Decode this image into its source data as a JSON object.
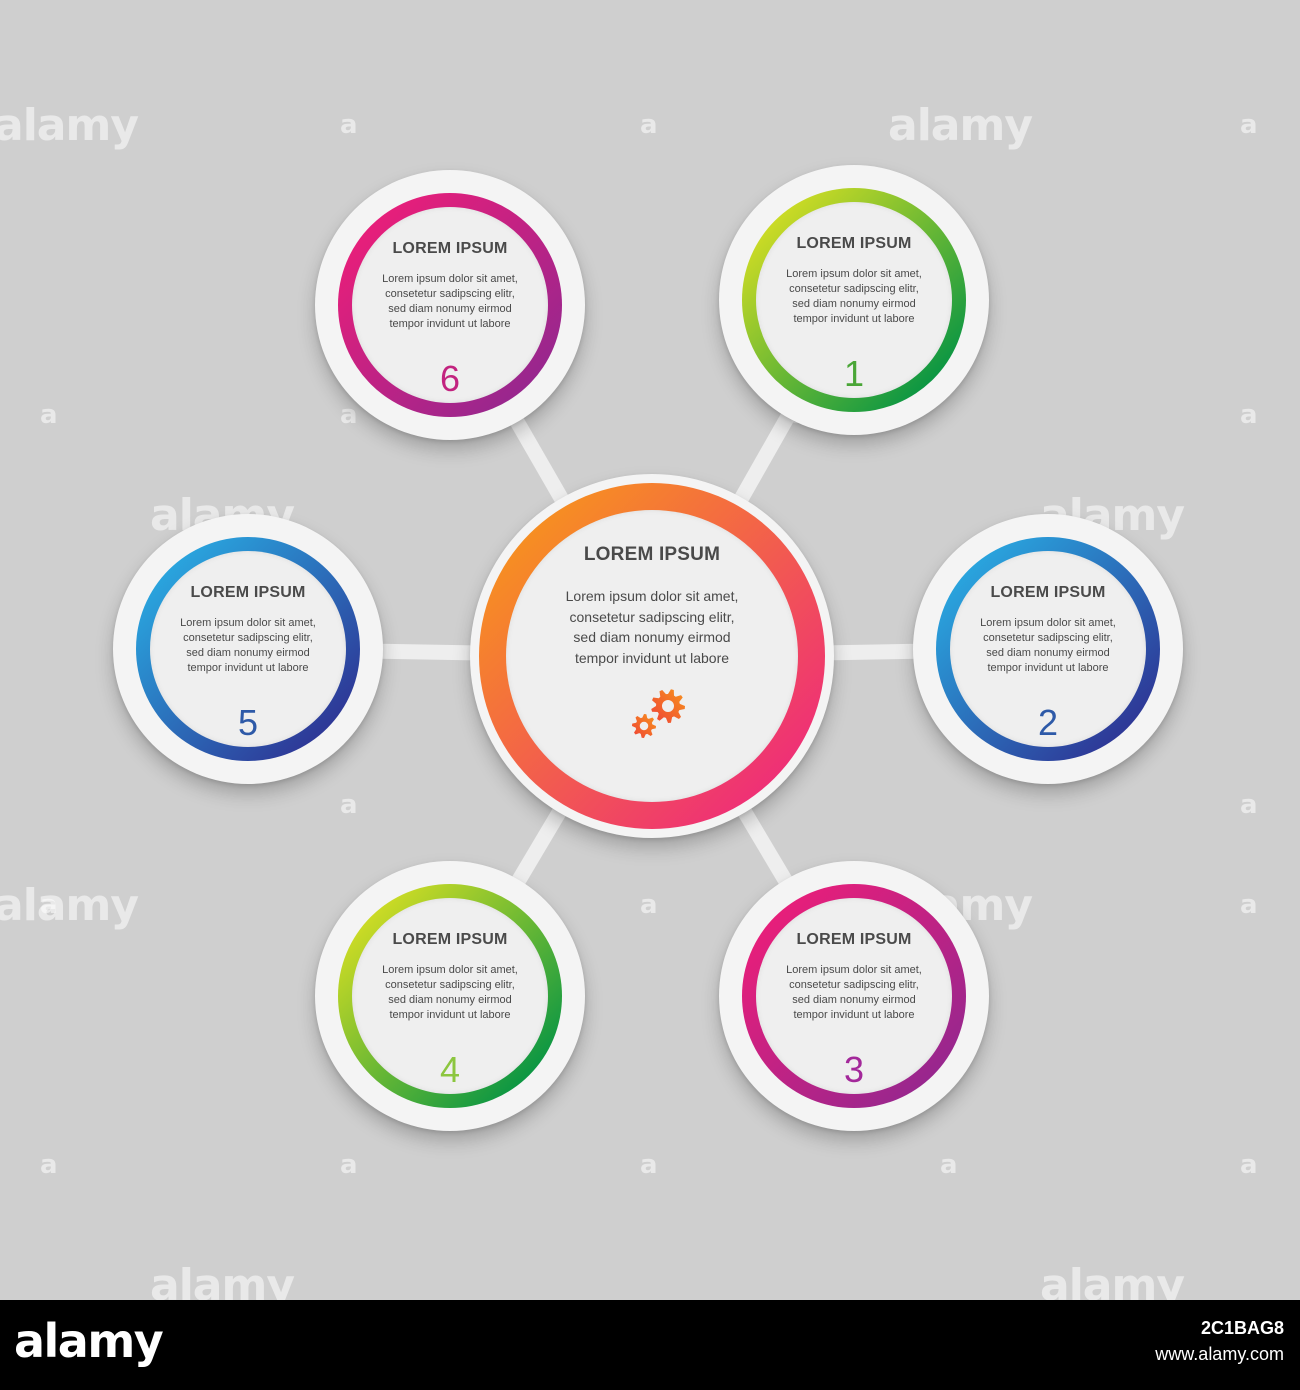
{
  "diagram": {
    "center": {
      "title": "LOREM IPSUM",
      "lines": [
        "Lorem ipsum dolor sit amet,",
        "consetetur sadipscing elitr,",
        "sed diam nonumy eirmod",
        "tempor invidunt ut labore"
      ],
      "icon": "gears-icon",
      "colors": [
        "#f7941d",
        "#ee2a7b"
      ]
    },
    "nodes": [
      {
        "number": "1",
        "title": "LOREM IPSUM",
        "lines": [
          "Lorem ipsum dolor sit amet,",
          "consetetur sadipscing elitr,",
          "sed diam nonumy eirmod",
          "tempor invidunt ut labore"
        ],
        "colors": [
          "#d7df23",
          "#009245"
        ],
        "number_color": "#4aa637"
      },
      {
        "number": "2",
        "title": "LOREM IPSUM",
        "lines": [
          "Lorem ipsum dolor sit amet,",
          "consetetur sadipscing elitr,",
          "sed diam nonumy eirmod",
          "tempor invidunt ut labore"
        ],
        "colors": [
          "#29abe2",
          "#2e3192"
        ],
        "number_color": "#2e5aa8"
      },
      {
        "number": "3",
        "title": "LOREM IPSUM",
        "lines": [
          "Lorem ipsum dolor sit amet,",
          "consetetur sadipscing elitr,",
          "sed diam nonumy eirmod",
          "tempor invidunt ut labore"
        ],
        "colors": [
          "#ec1e79",
          "#93278f"
        ],
        "number_color": "#a3289a"
      },
      {
        "number": "4",
        "title": "LOREM IPSUM",
        "lines": [
          "Lorem ipsum dolor sit amet,",
          "consetetur sadipscing elitr,",
          "sed diam nonumy eirmod",
          "tempor invidunt ut labore"
        ],
        "colors": [
          "#d7df23",
          "#009245"
        ],
        "number_color": "#8cc63f"
      },
      {
        "number": "5",
        "title": "LOREM IPSUM",
        "lines": [
          "Lorem ipsum dolor sit amet,",
          "consetetur sadipscing elitr,",
          "sed diam nonumy eirmod",
          "tempor invidunt ut labore"
        ],
        "colors": [
          "#29abe2",
          "#2e3192"
        ],
        "number_color": "#2e5aa8"
      },
      {
        "number": "6",
        "title": "LOREM IPSUM",
        "lines": [
          "Lorem ipsum dolor sit amet,",
          "consetetur sadipscing elitr,",
          "sed diam nonumy eirmod",
          "tempor invidunt ut labore"
        ],
        "colors": [
          "#ec1e79",
          "#93278f"
        ],
        "number_color": "#c2237f"
      }
    ],
    "background": "#cfcfcf",
    "connector_color": "#eeeeee"
  },
  "watermark": {
    "text": "alamy",
    "small": "a"
  },
  "footer": {
    "logo": "alamy",
    "image_id": "2C1BAG8",
    "url": "www.alamy.com"
  }
}
